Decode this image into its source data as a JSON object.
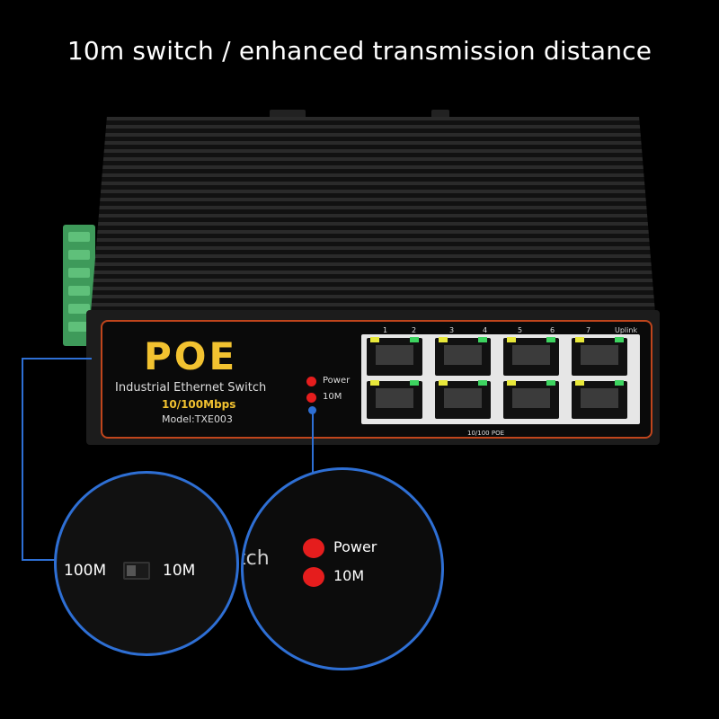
{
  "headline": "10m switch / enhanced transmission distance",
  "panel": {
    "logo": "POE",
    "product_line": "Industrial Ethernet Switch",
    "speed": "10/100Mbps",
    "model": "Model:TXE003",
    "led_power_label": "Power",
    "led_10m_label": "10M",
    "port_labels": [
      "1",
      "2",
      "3",
      "4",
      "5",
      "6",
      "7",
      "Uplink"
    ],
    "bottom_strip": "10/100 POE"
  },
  "callout_switch": {
    "left_label": "100M",
    "right_label": "10M"
  },
  "callout_leds": {
    "partial_text": "tch",
    "power_label": "Power",
    "m10_label": "10M"
  },
  "colors": {
    "led_red": "#e51d1d",
    "logo_yellow": "#f2c230",
    "callout_blue": "#2e6fd4",
    "port_led_yellow": "#e8e83a",
    "port_led_green": "#3dd460"
  }
}
